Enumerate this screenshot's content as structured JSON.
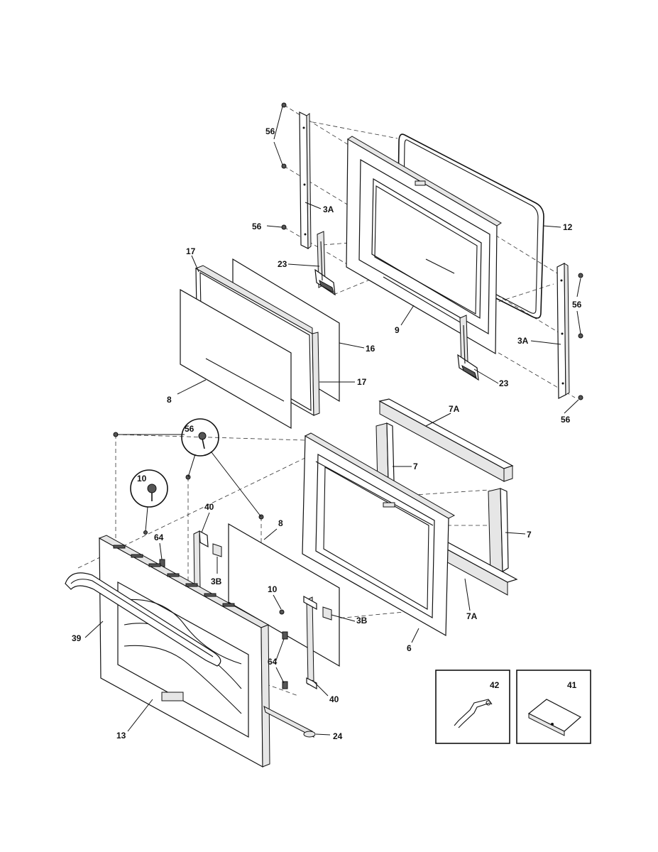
{
  "diagram": {
    "parts": [
      {
        "key": "screw_56_a",
        "label": "56"
      },
      {
        "key": "screw_56_b",
        "label": "56"
      },
      {
        "key": "screw_56_c",
        "label": "56"
      },
      {
        "key": "screw_56_d",
        "label": "56"
      },
      {
        "key": "screw_56_callout",
        "label": "56"
      },
      {
        "key": "channel_3a_left",
        "label": "3A"
      },
      {
        "key": "channel_3a_right",
        "label": "3A"
      },
      {
        "key": "gasket_12",
        "label": "12"
      },
      {
        "key": "hinge_23_left",
        "label": "23"
      },
      {
        "key": "hinge_23_right",
        "label": "23"
      },
      {
        "key": "door_liner_9",
        "label": "9"
      },
      {
        "key": "glass_17_top",
        "label": "17"
      },
      {
        "key": "glass_17_bottom",
        "label": "17"
      },
      {
        "key": "glass_16",
        "label": "16"
      },
      {
        "key": "glass_8_upper",
        "label": "8"
      },
      {
        "key": "glass_8_lower",
        "label": "8"
      },
      {
        "key": "insulation_7a_top",
        "label": "7A"
      },
      {
        "key": "insulation_7a_bottom",
        "label": "7A"
      },
      {
        "key": "insulation_7_left",
        "label": "7"
      },
      {
        "key": "insulation_7_right",
        "label": "7"
      },
      {
        "key": "screw_10_callout",
        "label": "10"
      },
      {
        "key": "screw_10",
        "label": "10"
      },
      {
        "key": "bracket_40_left",
        "label": "40"
      },
      {
        "key": "bracket_40_right",
        "label": "40"
      },
      {
        "key": "clip_64_top",
        "label": "64"
      },
      {
        "key": "clip_64_bottom",
        "label": "64"
      },
      {
        "key": "bumper_3b_left",
        "label": "3B"
      },
      {
        "key": "bumper_3b_right",
        "label": "3B"
      },
      {
        "key": "handle_39",
        "label": "39"
      },
      {
        "key": "frame_6",
        "label": "6"
      },
      {
        "key": "door_outer_13",
        "label": "13"
      },
      {
        "key": "trim_24",
        "label": "24"
      },
      {
        "key": "bracket_42",
        "label": "42"
      },
      {
        "key": "bracket_41",
        "label": "41"
      }
    ]
  }
}
